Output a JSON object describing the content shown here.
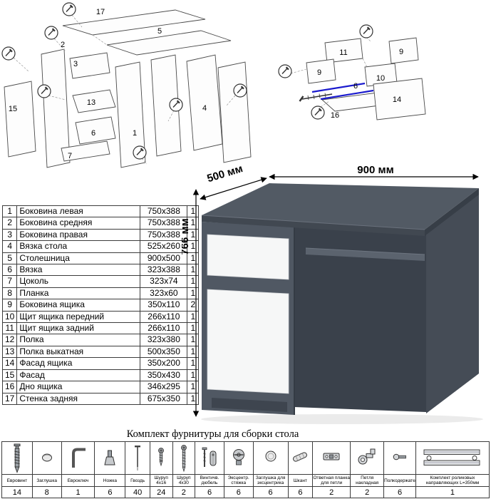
{
  "colors": {
    "rail_highlight": "#1a1acd",
    "desk_body": "#505863",
    "desk_top": "#525a64",
    "front_panels": "#f6f7f7"
  },
  "ex_left": {
    "labels": [
      "17",
      "5",
      "3",
      "2",
      "13",
      "15",
      "6",
      "1",
      "7",
      "4"
    ]
  },
  "ex_right": {
    "labels": [
      "11",
      "9",
      "9",
      "10",
      "6",
      "14",
      "16"
    ]
  },
  "desk": {
    "width_label": "900 мм",
    "depth_label": "500 мм",
    "height_label": "766 мм"
  },
  "parts": {
    "rows": [
      {
        "no": "1",
        "name": "Боковина левая",
        "size": "750x388",
        "qty": "1"
      },
      {
        "no": "2",
        "name": "Боковина средняя",
        "size": "750x388",
        "qty": "1"
      },
      {
        "no": "3",
        "name": "Боковина правая",
        "size": "750x388",
        "qty": "1"
      },
      {
        "no": "4",
        "name": "Вязка стола",
        "size": "525x260",
        "qty": "1"
      },
      {
        "no": "5",
        "name": "Столешница",
        "size": "900x500",
        "qty": "1"
      },
      {
        "no": "6",
        "name": "Вязка",
        "size": "323x388",
        "qty": "1"
      },
      {
        "no": "7",
        "name": "Цоколь",
        "size": "323x74",
        "qty": "1"
      },
      {
        "no": "8",
        "name": "Планка",
        "size": "323x60",
        "qty": "1"
      },
      {
        "no": "9",
        "name": "Боковина ящика",
        "size": "350x110",
        "qty": "2"
      },
      {
        "no": "10",
        "name": "Щит ящика передний",
        "size": "266x110",
        "qty": "1"
      },
      {
        "no": "11",
        "name": "Щит ящика задний",
        "size": "266x110",
        "qty": "1"
      },
      {
        "no": "12",
        "name": "Полка",
        "size": "323x380",
        "qty": "1"
      },
      {
        "no": "13",
        "name": "Полка выкатная",
        "size": "500x350",
        "qty": "1"
      },
      {
        "no": "14",
        "name": "Фасад ящика",
        "size": "350x200",
        "qty": "1"
      },
      {
        "no": "15",
        "name": "Фасад",
        "size": "350x430",
        "qty": "1"
      },
      {
        "no": "16",
        "name": "Дно ящика",
        "size": "346x295",
        "qty": "1"
      },
      {
        "no": "17",
        "name": "Стенка задняя",
        "size": "675x350",
        "qty": "1"
      }
    ]
  },
  "hw": {
    "title": "Комплект фурнитуры для сборки стола",
    "items": [
      {
        "label": "Евровинт",
        "qty": "14",
        "icon": "euro-screw-icon"
      },
      {
        "label": "Заглушка",
        "qty": "8",
        "icon": "cap-icon"
      },
      {
        "label": "Евроключ",
        "qty": "1",
        "icon": "hex-key-icon"
      },
      {
        "label": "Ножка",
        "qty": "6",
        "icon": "leg-icon"
      },
      {
        "label": "Гвоздь",
        "qty": "40",
        "icon": "nail-icon"
      },
      {
        "label": "Шуруп 4x16",
        "qty": "24",
        "icon": "screw-short-icon"
      },
      {
        "label": "Шуруп 4x30",
        "qty": "2",
        "icon": "screw-long-icon"
      },
      {
        "label": "Винтичв. дюбель",
        "qty": "6",
        "icon": "bolt-dowel-icon"
      },
      {
        "label": "Эксцентр. стяжка",
        "qty": "6",
        "icon": "cam-lock-icon"
      },
      {
        "label": "Заглушка для эксцентрика",
        "qty": "6",
        "icon": "cam-cap-icon"
      },
      {
        "label": "Шкант",
        "qty": "6",
        "icon": "wood-dowel-icon"
      },
      {
        "label": "Ответная планка для петли",
        "qty": "2",
        "icon": "hinge-plate-icon"
      },
      {
        "label": "Петля накладная",
        "qty": "2",
        "icon": "hinge-icon"
      },
      {
        "label": "Полкодержатель",
        "qty": "6",
        "icon": "shelf-pin-icon"
      },
      {
        "label": "Комплект роликовых направляющих L=350мм",
        "qty": "1",
        "icon": "roller-rails-icon"
      }
    ]
  }
}
